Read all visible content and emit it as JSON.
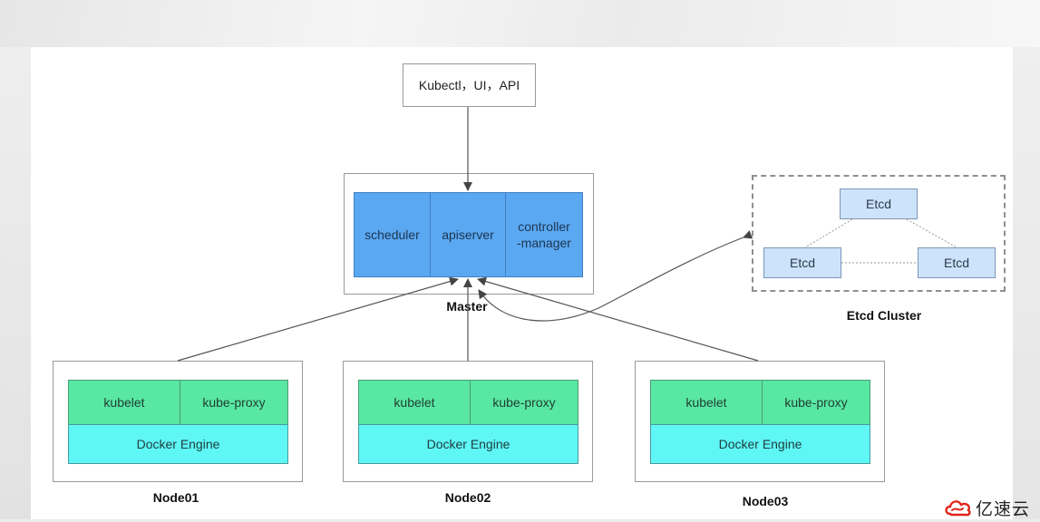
{
  "client": {
    "label": "Kubectl，UI，API"
  },
  "master": {
    "title": "Master",
    "components": [
      "scheduler",
      "apiserver",
      "controller\n-manager"
    ]
  },
  "etcd_cluster": {
    "title": "Etcd Cluster",
    "nodes": [
      "Etcd",
      "Etcd",
      "Etcd"
    ]
  },
  "nodes": [
    {
      "title": "Node01",
      "kubelet": "kubelet",
      "proxy": "kube-proxy",
      "engine": "Docker Engine"
    },
    {
      "title": "Node02",
      "kubelet": "kubelet",
      "proxy": "kube-proxy",
      "engine": "Docker Engine"
    },
    {
      "title": "Node03",
      "kubelet": "kubelet",
      "proxy": "kube-proxy",
      "engine": "Docker Engine"
    }
  ],
  "colors": {
    "master": "#5aa8f2",
    "kubelet": "#59e7a4",
    "docker": "#5ff6f6",
    "etcd": "#cce3fb",
    "logo_red": "#e2231a"
  },
  "watermark": {
    "text": "亿速云",
    "icon": "cloud-logo-icon"
  }
}
